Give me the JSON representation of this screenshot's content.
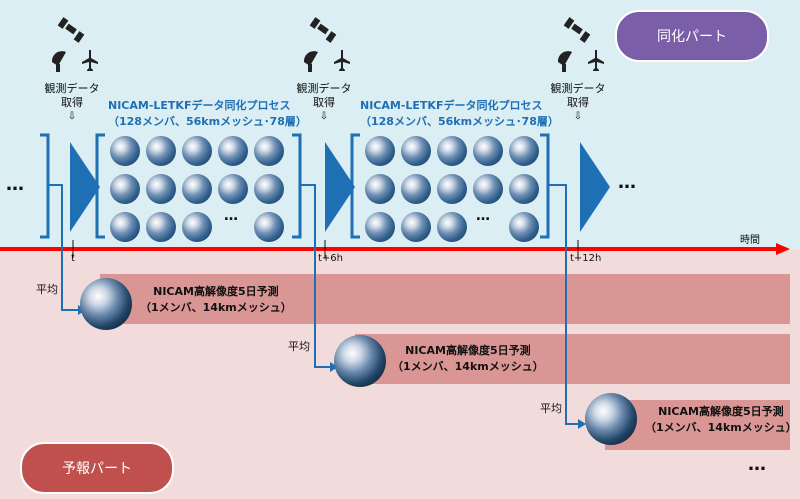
{
  "badges": {
    "assimilation": "同化パート",
    "forecast": "予報パート"
  },
  "observation": {
    "line1": "観測データ",
    "line2": "取得",
    "arrow": "⇩"
  },
  "process": {
    "line1": "NICAM-LETKFデータ同化プロセス",
    "line2": "（128メンバ、56kmメッシュ･78層）"
  },
  "timeline": {
    "axis_label": "時間",
    "ticks": [
      "t",
      "t+6h",
      "t+12h"
    ]
  },
  "average_label": "平均",
  "forecast": {
    "line1": "NICAM高解像度5日予測",
    "line2": "（1メンバ、14kmメッシュ）"
  },
  "ellipsis": "…",
  "colors": {
    "assim_bg": "#daeef3",
    "forecast_bg": "#f2dcdb",
    "timeline": "#ff0000",
    "bracket": "#1f6fb5",
    "forecast_bar": "#d99694",
    "assim_badge": "#7a5ea8",
    "forecast_badge": "#c0504d"
  }
}
